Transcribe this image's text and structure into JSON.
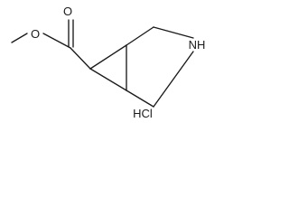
{
  "structure": {
    "atoms": {
      "ester_carbonyl_oxygen": "O",
      "ester_alkoxy_oxygen": "O",
      "ring_nitrogen": "NH"
    },
    "salt": "HCl"
  }
}
